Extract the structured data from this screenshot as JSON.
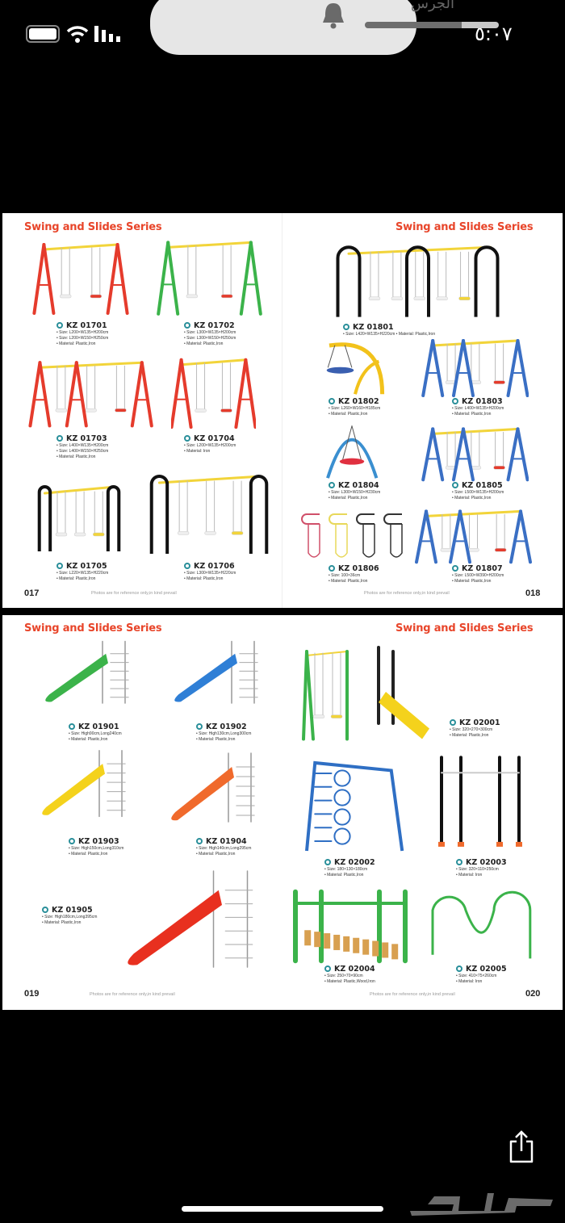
{
  "status_bar": {
    "time": "٥:٠٧",
    "battery": "battery-icon",
    "wifi": "wifi-icon",
    "signal": "signal-icon"
  },
  "volume_hud": {
    "label": "الجرس",
    "level_percent": 72,
    "icon": "bell-icon"
  },
  "catalog": {
    "series_title": "Swing and Slides Series",
    "footer_note": "Photos are for reference only,in kind prevail",
    "pages": [
      "017",
      "018",
      "019",
      "020"
    ],
    "products": [
      {
        "code": "KZ 01701",
        "specs": [
          "• Size: L200×W135×H200cm",
          "• Size: L200×W150×H250cm",
          "• Material: Plastic,Iron"
        ],
        "kind": "aframe",
        "color": "#e53b2c"
      },
      {
        "code": "KZ 01702",
        "specs": [
          "• Size: L300×W135×H200cm",
          "• Size: L300×W150×H250cm",
          "• Material: Plastic,Iron"
        ],
        "kind": "aframe",
        "color": "#3bb34a"
      },
      {
        "code": "KZ 01703",
        "specs": [
          "• Size: L400×W135×H200cm",
          "• Size: L400×W150×H250cm",
          "• Material: Plastic,Iron"
        ],
        "kind": "aframe3",
        "color": "#e53b2c"
      },
      {
        "code": "KZ 01704",
        "specs": [
          "• Size: L200×W135×H200cm",
          "• Material: Iron"
        ],
        "kind": "aframe",
        "color": "#e53b2c"
      },
      {
        "code": "KZ 01705",
        "specs": [
          "• Size: L220×W135×H220cm",
          "• Material: Plastic,Iron"
        ],
        "kind": "arch",
        "color": "#111111"
      },
      {
        "code": "KZ 01706",
        "specs": [
          "• Size: L300×W135×H220cm",
          "• Material: Plastic,Iron"
        ],
        "kind": "arch",
        "color": "#111111"
      },
      {
        "code": "KZ 01801",
        "specs": [
          "• Size: L420×W135×H220cm • Material: Plastic,Iron"
        ],
        "kind": "arch3",
        "color": "#111111"
      },
      {
        "code": "KZ 01802",
        "specs": [
          "• Size: L260×W160×H185cm",
          "• Material: Plastic,Iron"
        ],
        "kind": "curve",
        "color": "#f2c21b"
      },
      {
        "code": "KZ 01803",
        "specs": [
          "• Size: L400×W135×H200cm",
          "• Material: Plastic,Iron"
        ],
        "kind": "aframe3",
        "color": "#3a6fc4"
      },
      {
        "code": "KZ 01804",
        "specs": [
          "• Size: L300×W150×H230cm",
          "• Material: Plastic,Iron"
        ],
        "kind": "bow",
        "color": "#3a8fd0"
      },
      {
        "code": "KZ 01805",
        "specs": [
          "• Size: L500×W135×H200cm",
          "• Material: Plastic,Iron"
        ],
        "kind": "aframe3",
        "color": "#3a6fc4"
      },
      {
        "code": "KZ 01806",
        "specs": [
          "• Size: 100×36cm",
          "• Material: Plastic,Iron"
        ],
        "kind": "seats",
        "color": "#555555"
      },
      {
        "code": "KZ 01807",
        "specs": [
          "• Size: L500×W390×H200cm",
          "• Material: Plastic,Iron"
        ],
        "kind": "aframe3",
        "color": "#3a6fc4"
      },
      {
        "code": "KZ 01901",
        "specs": [
          "• Size: High90cm,Long240cm",
          "• Material: Plastic,Iron"
        ],
        "kind": "slide",
        "color": "#3bb34a"
      },
      {
        "code": "KZ 01902",
        "specs": [
          "• Size: High130cm,Long300cm",
          "• Material: Plastic,Iron"
        ],
        "kind": "slide",
        "color": "#2f7fd6"
      },
      {
        "code": "KZ 01903",
        "specs": [
          "• Size: High150cm,Long310cm",
          "• Material: Plastic,Iron"
        ],
        "kind": "slide",
        "color": "#f4d21c"
      },
      {
        "code": "KZ 01904",
        "specs": [
          "• Size: High140cm,Long295cm",
          "• Material: Plastic,Iron"
        ],
        "kind": "slide",
        "color": "#f06a2c"
      },
      {
        "code": "KZ 01905",
        "specs": [
          "• Size: High180cm,Long395cm",
          "• Material: Plastic,Iron"
        ],
        "kind": "slide",
        "color": "#e8301f"
      },
      {
        "code": "KZ 02001",
        "specs": [
          "• Size: 320×270×300cm",
          "• Material: Plastic,Iron"
        ],
        "kind": "combo",
        "color": "#3bb34a"
      },
      {
        "code": "KZ 02002",
        "specs": [
          "• Size: 180×130×180cm",
          "• Material: Plastic,Iron"
        ],
        "kind": "climb",
        "color": "#2f6fc4"
      },
      {
        "code": "KZ 02003",
        "specs": [
          "• Size: 320×110×250cm",
          "• Material: Iron"
        ],
        "kind": "bars",
        "color": "#111111"
      },
      {
        "code": "KZ 02004",
        "specs": [
          "• Size: 250×70×90cm",
          "• Material: Plastic,Wood,Iron"
        ],
        "kind": "bridge",
        "color": "#3bb34a"
      },
      {
        "code": "KZ 02005",
        "specs": [
          "• Size: 410×75×260cm",
          "• Material: Iron"
        ],
        "kind": "tunnel",
        "color": "#3bb34a"
      }
    ]
  },
  "bottom": {
    "share": "share-icon",
    "watermark": "حراج"
  }
}
